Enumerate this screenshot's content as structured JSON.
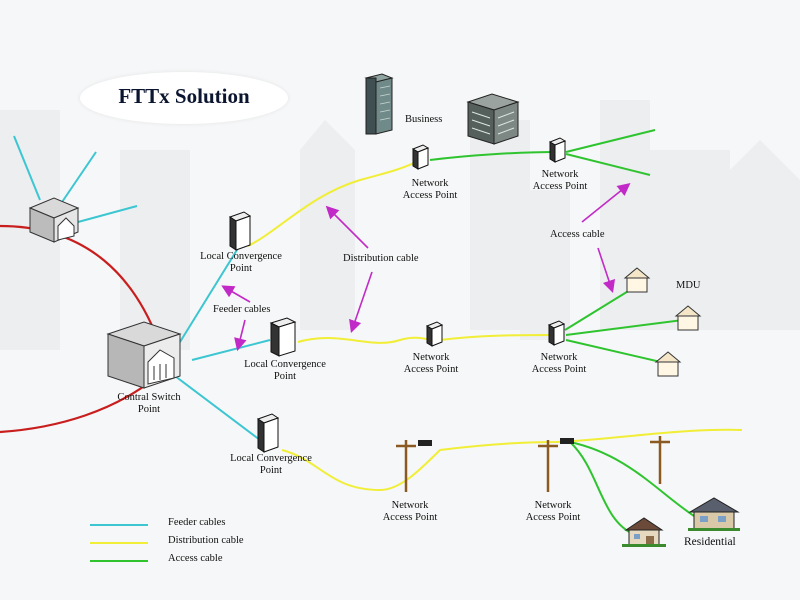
{
  "title": "FTTx  Solution",
  "colors": {
    "feeder": "#3cc6d2",
    "distribution": "#f1ee37",
    "access": "#2fc42f",
    "csp_ring": "#c81e1e",
    "annotation_arrow": "#c22ac8"
  },
  "labels": {
    "business": "Business",
    "mdu": "MDU",
    "residential": "Residential",
    "central_switch_point": "Contral Switch\nPoint",
    "lcp_top": "Local Convergence\nPoint",
    "lcp_mid": "Local Convergence\nPoint",
    "lcp_bottom": "Local Convergence\nPoint",
    "nap_business": "Network\nAccess Point",
    "nap_top_right": "Network\nAccess Point",
    "nap_mid_1": "Network\nAccess Point",
    "nap_mid_2": "Network\nAccess Point",
    "nap_bottom_1": "Network\nAccess Point",
    "nap_bottom_2": "Network\nAccess Point"
  },
  "annotations": {
    "feeder_cables": "Feeder cables",
    "distribution_cable": "Distribution cable",
    "access_cable": "Access cable"
  },
  "legend": [
    {
      "label": "Feeder cables",
      "color": "#3cc6d2"
    },
    {
      "label": "Distribution cable",
      "color": "#f1ee37"
    },
    {
      "label": "Access cable",
      "color": "#2fc42f"
    }
  ]
}
